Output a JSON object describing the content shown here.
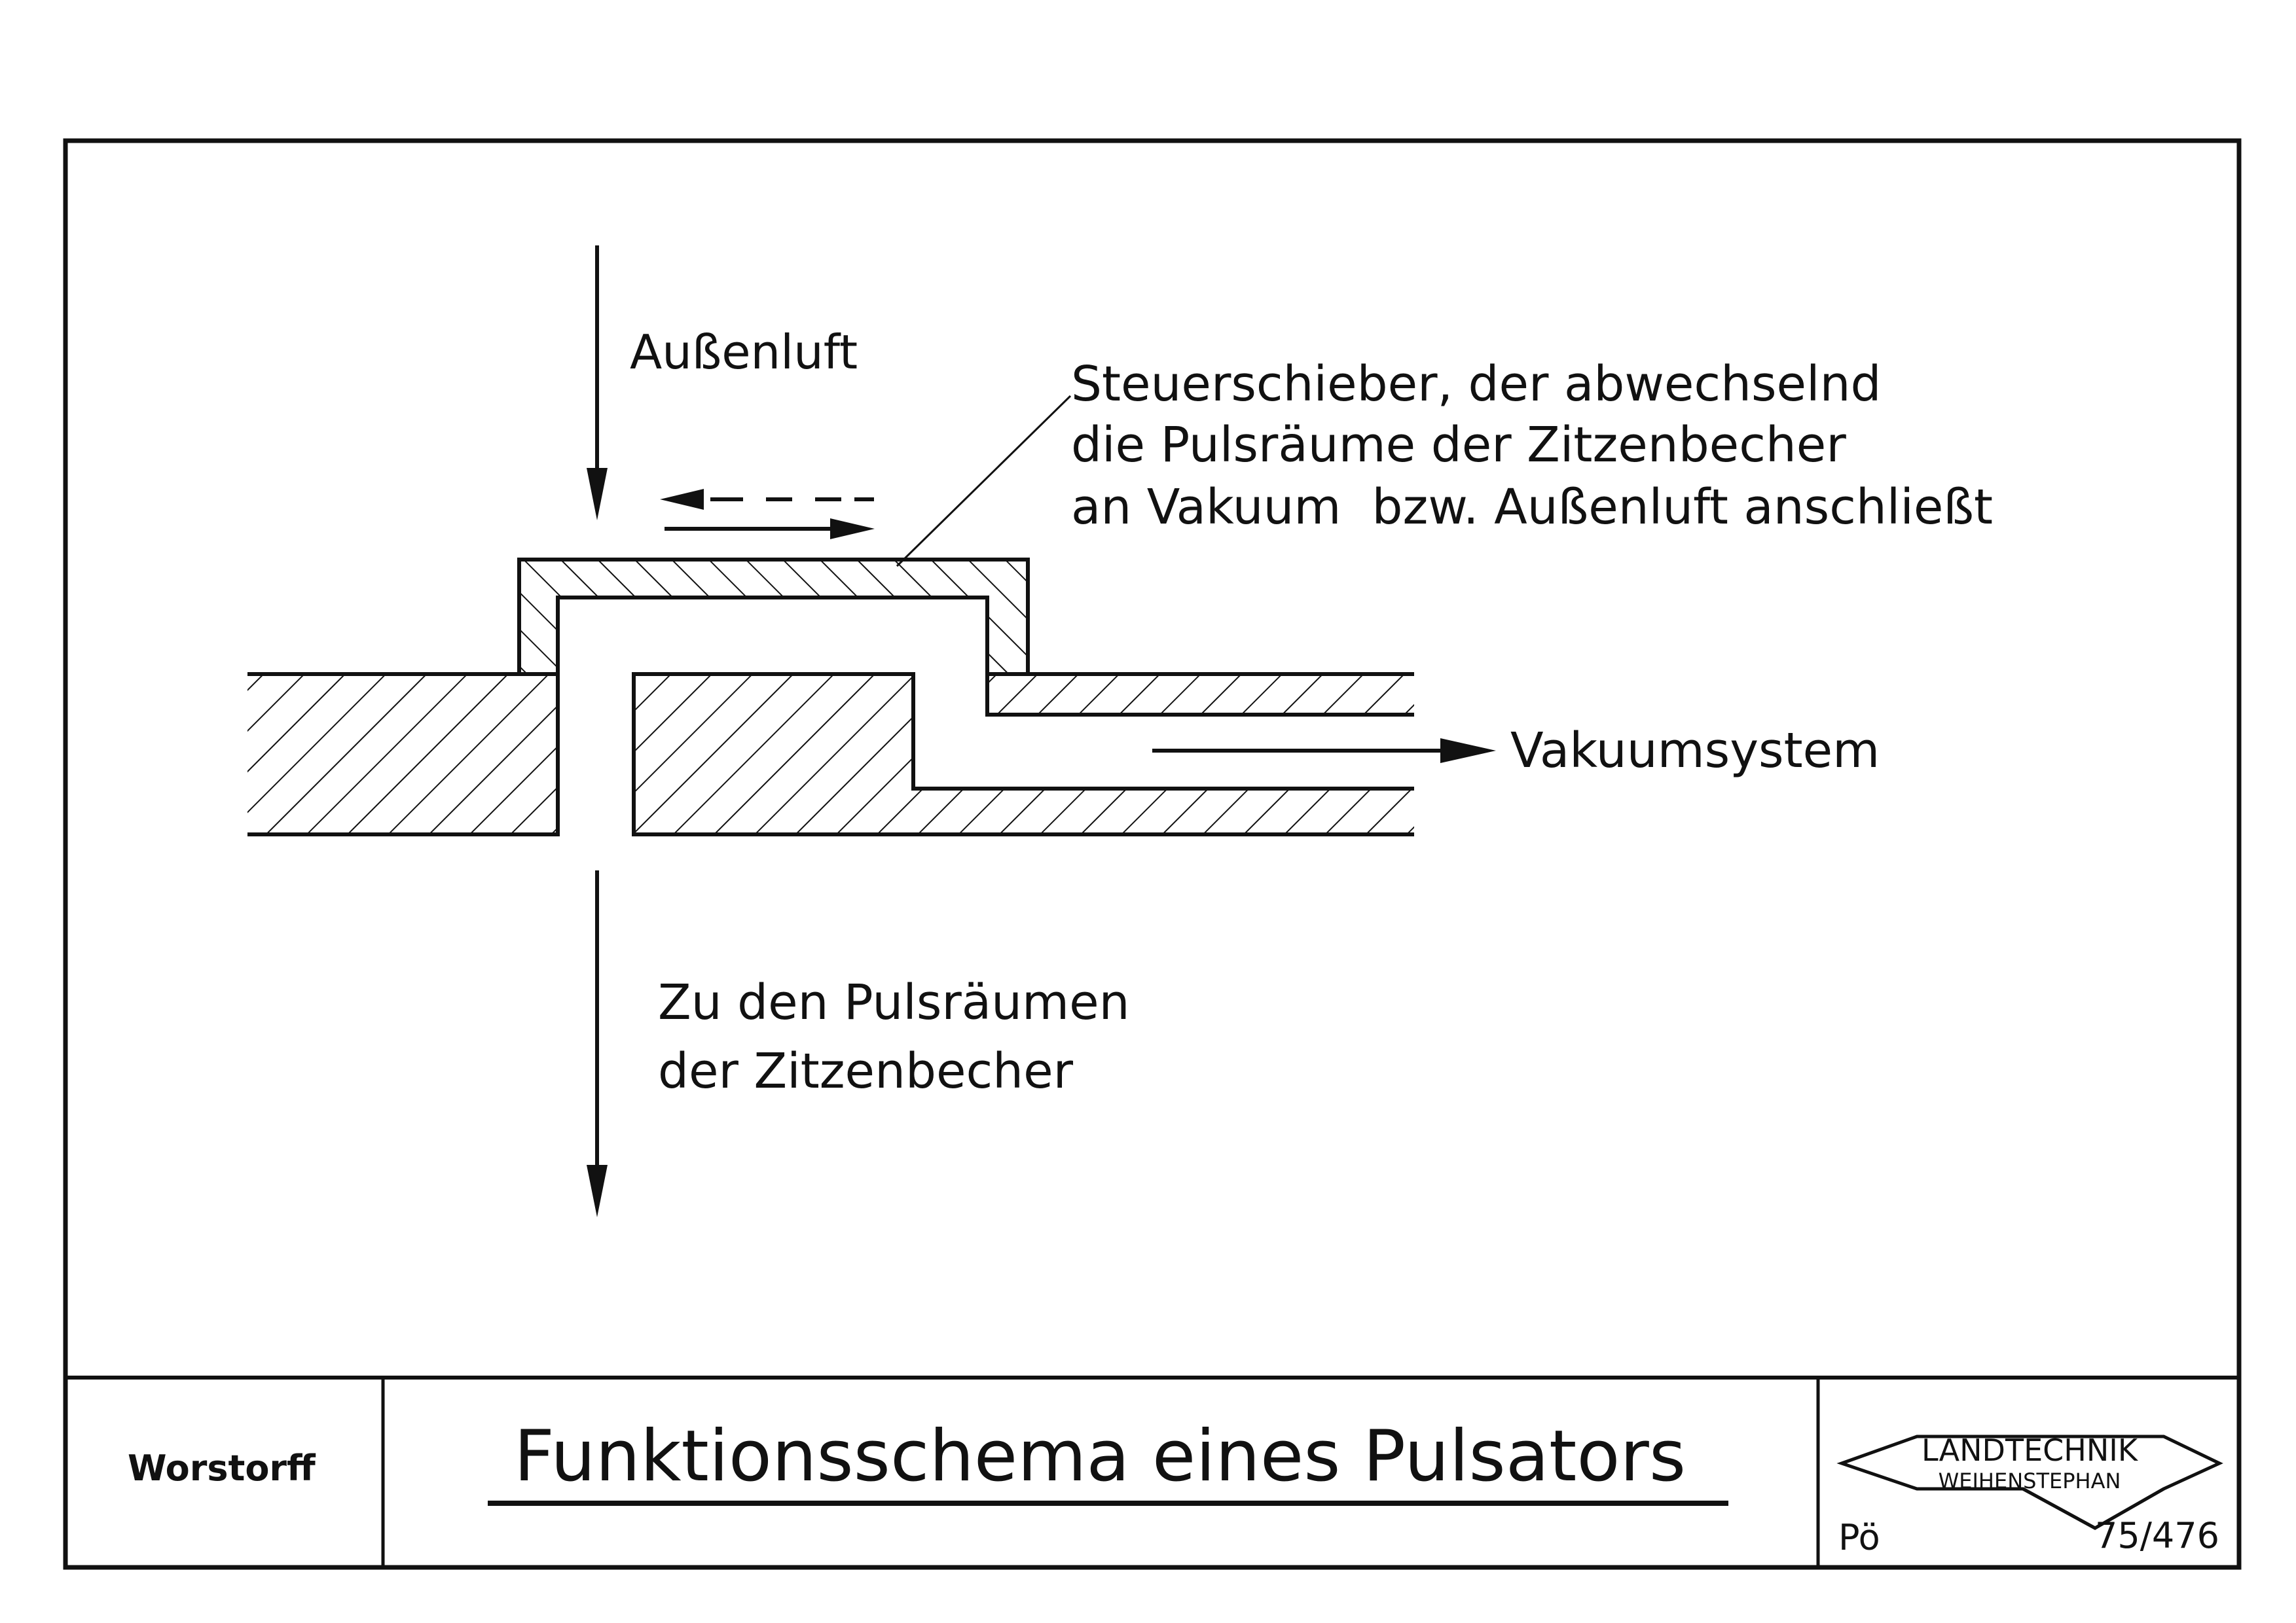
{
  "diagram": {
    "inflow_label": "Außenluft",
    "slide_valve_note": [
      "Steuerschieber, der abwechselnd",
      "die Pulsräume der Zitzenbecher",
      "an Vakuum  bzw. Außenluft anschließt"
    ],
    "vacuum_label": "Vakuumsystem",
    "outflow_label": [
      "Zu den Pulsräumen",
      "der Zitzenbecher"
    ]
  },
  "title_block": {
    "maker": "Worstorff",
    "title": "Funktionsschema eines Pulsators",
    "logo_top": "LANDTECHNIK",
    "logo_bottom": "WEIHENSTEPHAN",
    "author": "Pö",
    "drawing_number": "75/476"
  },
  "colors": {
    "ink": "#111111",
    "paper": "#ffffff"
  }
}
